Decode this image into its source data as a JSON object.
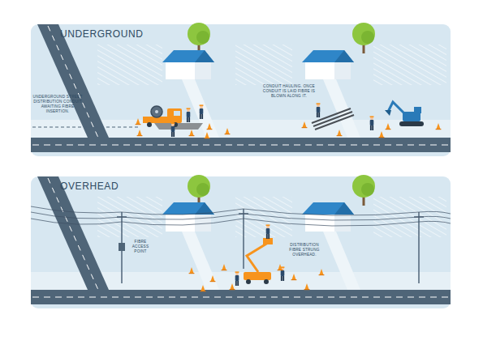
{
  "diagram": {
    "nodes": [
      {
        "text": [
          "UNDERGROUND"
        ]
      },
      {
        "text": [
          "OVERHEAD"
        ]
      }
    ],
    "labels": [
      "UNDERGROUND STREET DISTRIBUTION CONDUIT AWAITING FIBRE INSERTION.",
      "CONDUIT HAULING. ONCE CONDUIT IS LAID FIBRE IS BLOWN ALONG IT.",
      "FIBRE ACCESS POINT",
      "DISTRIBUTION FIBRE STRUNG OVERHEAD."
    ]
  }
}
